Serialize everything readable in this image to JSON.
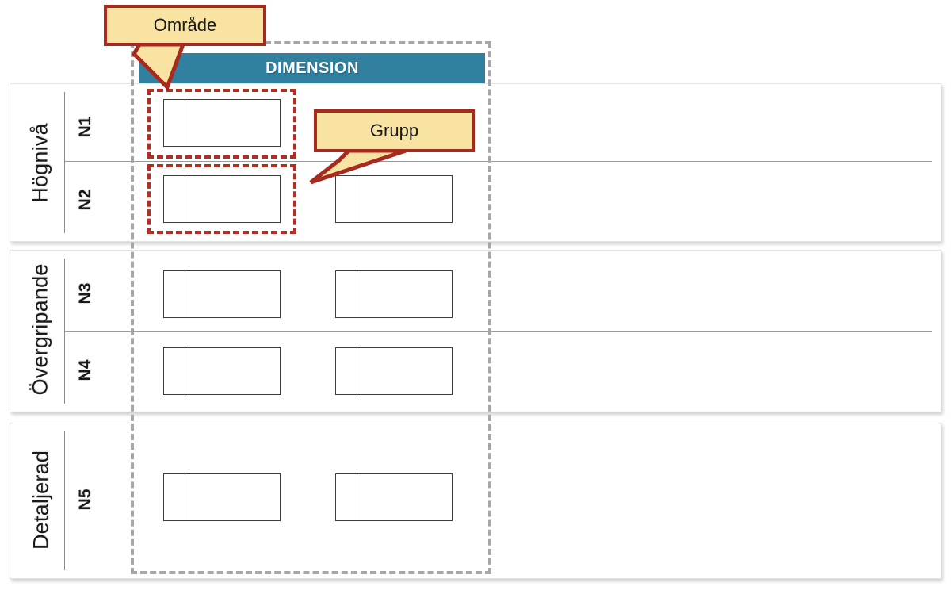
{
  "diagram": {
    "title": "DIMENSION",
    "dimension_header_label": "DIMENSION",
    "colors": {
      "dimension_bar": "#3180a0",
      "callout_fill": "#f8e3a2",
      "callout_border": "#a62b1e",
      "group_highlight": "#b22d22",
      "dimension_frame": "#a6a6a6",
      "block_border": "#3d3d3d",
      "panel_background": "#ffffff"
    },
    "callouts": [
      {
        "id": "omrade",
        "label": "Område"
      },
      {
        "id": "grupp",
        "label": "Grupp"
      }
    ],
    "bands": [
      {
        "group_label": "Högnivå",
        "levels": [
          {
            "label": "N1",
            "blocks": 1
          },
          {
            "label": "N2",
            "blocks": 2
          }
        ]
      },
      {
        "group_label": "Övergripande",
        "levels": [
          {
            "label": "N3",
            "blocks": 2
          },
          {
            "label": "N4",
            "blocks": 2
          }
        ]
      },
      {
        "group_label": "Detaljerad",
        "levels": [
          {
            "label": "N5",
            "blocks": 2
          }
        ]
      }
    ]
  }
}
